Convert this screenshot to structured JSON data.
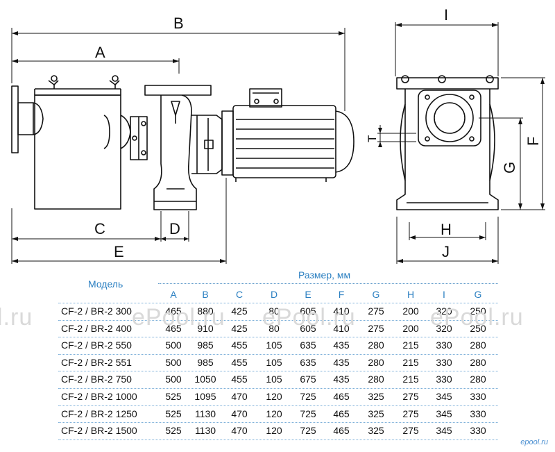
{
  "dimension_labels": {
    "A": "A",
    "B": "B",
    "C": "C",
    "D": "D",
    "E": "E",
    "F": "F",
    "G": "G",
    "H": "H",
    "I": "I",
    "J": "J",
    "T": "T"
  },
  "table": {
    "model_header": "Модель",
    "size_header": "Размер, мм",
    "columns": [
      "A",
      "B",
      "C",
      "D",
      "E",
      "F",
      "G",
      "H",
      "I",
      "G"
    ],
    "rows": [
      {
        "model": "CF-2 / BR-2 300",
        "values": [
          "465",
          "880",
          "425",
          "80",
          "605",
          "410",
          "275",
          "200",
          "320",
          "250"
        ]
      },
      {
        "model": "CF-2 / BR-2 400",
        "values": [
          "465",
          "910",
          "425",
          "80",
          "605",
          "410",
          "275",
          "200",
          "320",
          "250"
        ]
      },
      {
        "model": "CF-2 / BR-2 550",
        "values": [
          "500",
          "985",
          "455",
          "105",
          "635",
          "435",
          "280",
          "215",
          "330",
          "280"
        ]
      },
      {
        "model": "CF-2 / BR-2 551",
        "values": [
          "500",
          "985",
          "455",
          "105",
          "635",
          "435",
          "280",
          "215",
          "330",
          "280"
        ]
      },
      {
        "model": "CF-2 / BR-2 750",
        "values": [
          "500",
          "1050",
          "455",
          "105",
          "675",
          "435",
          "280",
          "215",
          "330",
          "280"
        ]
      },
      {
        "model": "CF-2 / BR-2 1000",
        "values": [
          "525",
          "1095",
          "470",
          "120",
          "725",
          "465",
          "325",
          "275",
          "345",
          "330"
        ]
      },
      {
        "model": "CF-2 / BR-2 1250",
        "values": [
          "525",
          "1130",
          "470",
          "120",
          "725",
          "465",
          "325",
          "275",
          "345",
          "330"
        ]
      },
      {
        "model": "CF-2 / BR-2 1500",
        "values": [
          "525",
          "1130",
          "470",
          "120",
          "725",
          "465",
          "325",
          "275",
          "345",
          "330"
        ]
      }
    ]
  },
  "watermarks": [
    "l.ru",
    "ePool.ru",
    "ePool.ru",
    "ePool.ru"
  ],
  "logo": "epool.ru",
  "colors": {
    "accent": "#2a7fc1",
    "line": "#111111",
    "rule": "#7aaed8"
  }
}
